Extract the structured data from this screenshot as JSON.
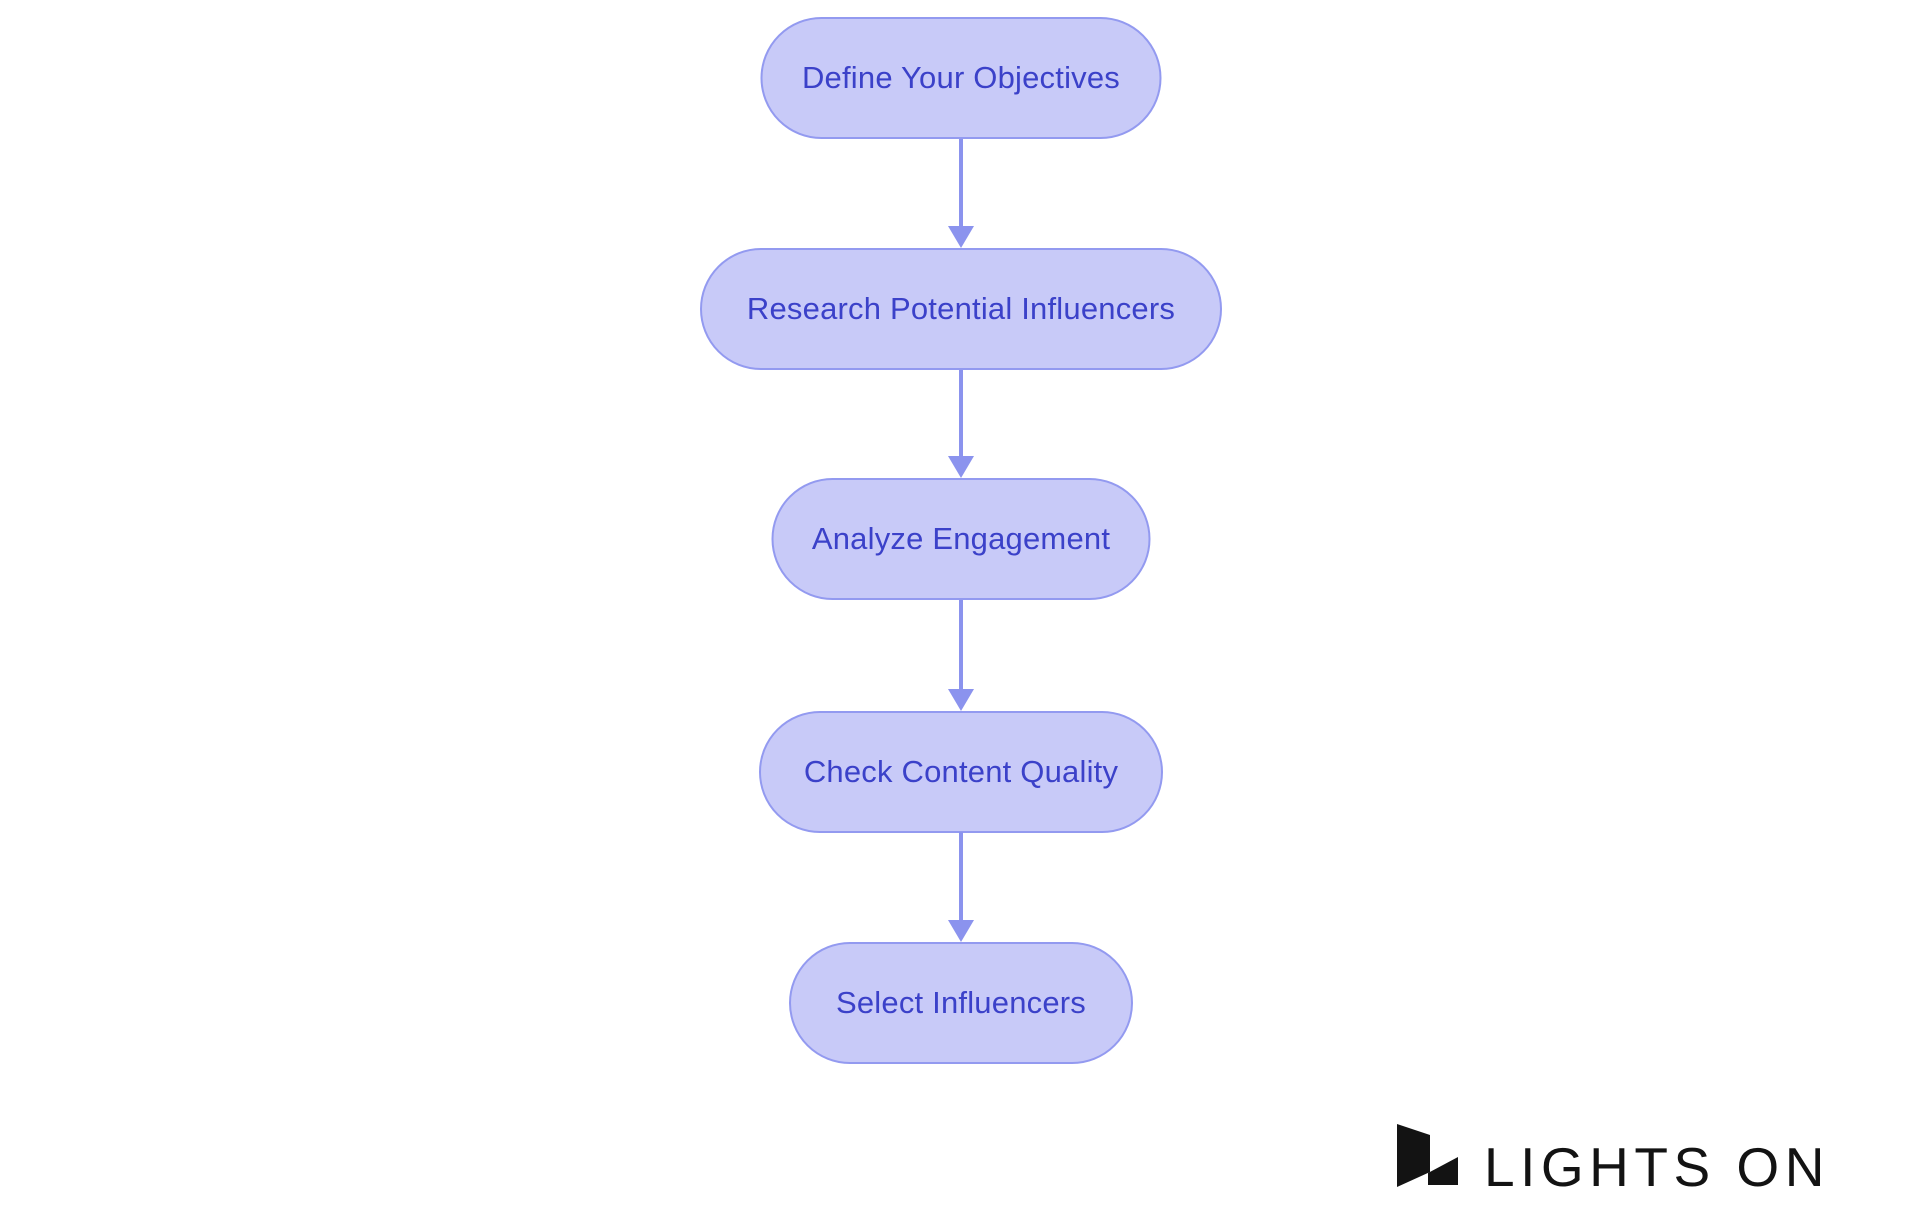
{
  "diagram": {
    "type": "flowchart",
    "direction": "top-down",
    "nodes": [
      {
        "id": "n1",
        "label": "Define Your Objectives"
      },
      {
        "id": "n2",
        "label": "Research Potential Influencers"
      },
      {
        "id": "n3",
        "label": "Analyze Engagement"
      },
      {
        "id": "n4",
        "label": "Check Content Quality"
      },
      {
        "id": "n5",
        "label": "Select Influencers"
      }
    ],
    "edges": [
      {
        "from": "n1",
        "to": "n2"
      },
      {
        "from": "n2",
        "to": "n3"
      },
      {
        "from": "n3",
        "to": "n4"
      },
      {
        "from": "n4",
        "to": "n5"
      }
    ],
    "colors": {
      "node_fill": "#c8caf8",
      "node_border": "#939af0",
      "node_text": "#3b41c9",
      "arrow": "#8b93ee",
      "background": "#ffffff"
    }
  },
  "branding": {
    "logo_text": "LIGHTS ON",
    "logo_color": "#131313"
  }
}
